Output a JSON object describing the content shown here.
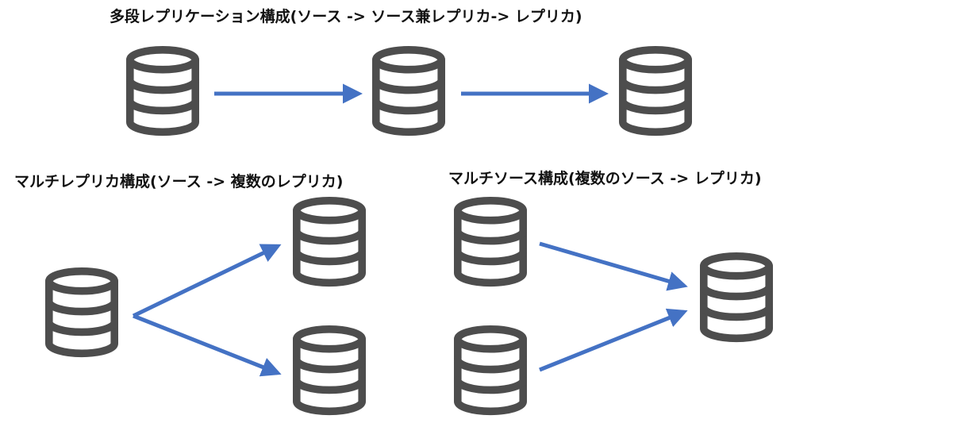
{
  "titles": {
    "cascade": "多段レプリケーション構成(ソース -> ソース兼レプリカ-> レプリカ)",
    "multi_replica": "マルチレプリカ構成(ソース -> 複数のレプリカ)",
    "multi_source": "マルチソース構成(複数のソース -> レプリカ)"
  },
  "icons": {
    "node": "database-icon",
    "link": "arrow-icon"
  },
  "colors": {
    "database_stroke": "#4d4d4d",
    "arrow": "#4472c4",
    "text": "#111111"
  }
}
